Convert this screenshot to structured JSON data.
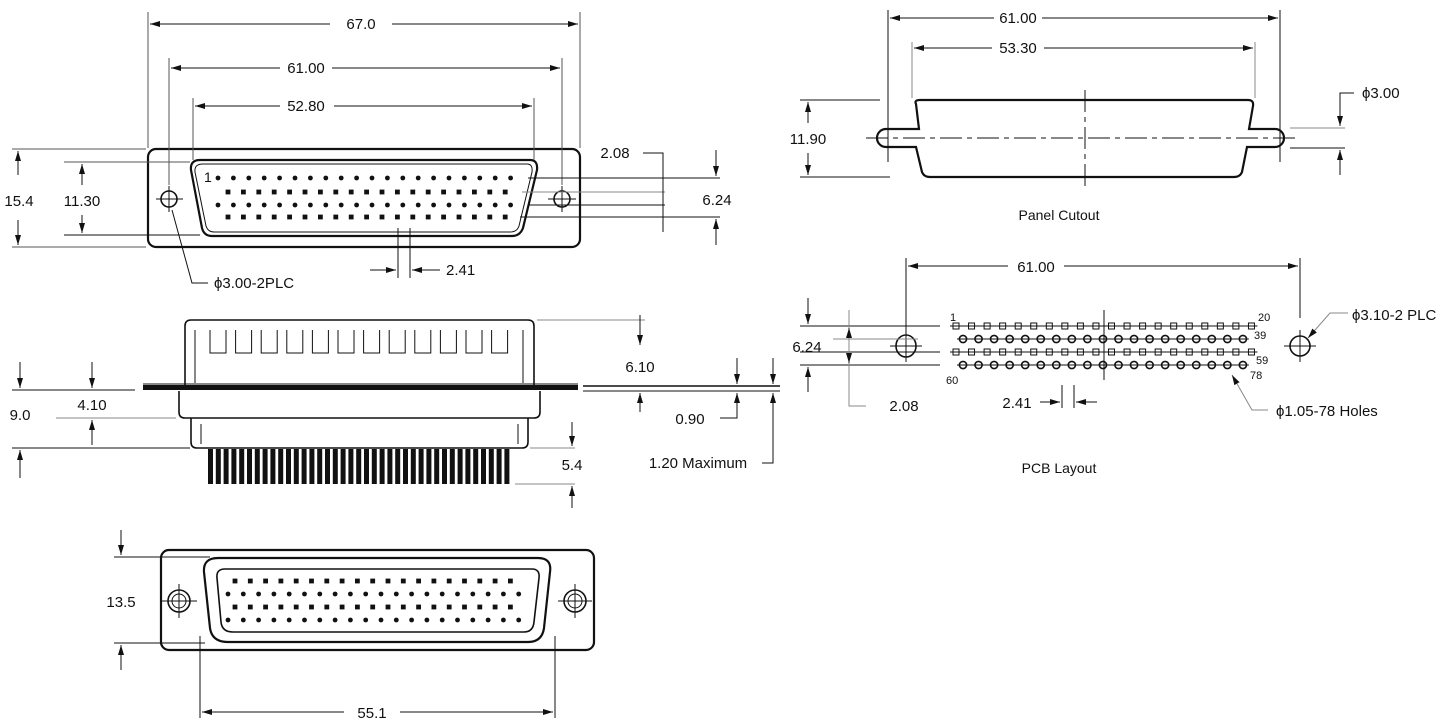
{
  "title": "78-pin D-Sub Connector Dimensional Drawing",
  "front_view": {
    "dims": {
      "overall_width": "67.0",
      "mount_hole_spacing": "61.00",
      "shell_width": "52.80",
      "overall_height": "15.4",
      "shell_height": "11.30",
      "row_offset": "2.08",
      "row_span": "6.24",
      "pin_pitch": "2.41",
      "mount_hole": "ϕ3.00-2PLC"
    },
    "pin1_label": "1",
    "pin_rows": [
      20,
      19,
      20,
      19
    ]
  },
  "side_view": {
    "dims": {
      "overall_height": "9.0",
      "front_height": "4.10",
      "flange_height": "6.10",
      "flange_thickness": "0.90",
      "panel_max": "1.20 Maximum",
      "tail_length": "5.4"
    },
    "slot_count": 12
  },
  "rear_view": {
    "dims": {
      "height": "13.5",
      "width": "55.1"
    }
  },
  "panel_cutout": {
    "caption": "Panel Cutout",
    "dims": {
      "hole_spacing": "61.00",
      "cutout_width": "53.30",
      "height": "11.90",
      "slot_width": "ϕ3.00"
    }
  },
  "pcb_layout": {
    "caption": "PCB Layout",
    "dims": {
      "hole_spacing": "61.00",
      "row_span": "6.24",
      "row_offset": "2.08",
      "pitch": "2.41",
      "mount_hole": "ϕ3.10-2 PLC",
      "pin_holes": "ϕ1.05-78 Holes"
    },
    "pin_labels": {
      "first": "1",
      "row1_end": "20",
      "row2_end": "39",
      "row3_end": "59",
      "row4_start": "60",
      "row4_end": "78"
    }
  }
}
